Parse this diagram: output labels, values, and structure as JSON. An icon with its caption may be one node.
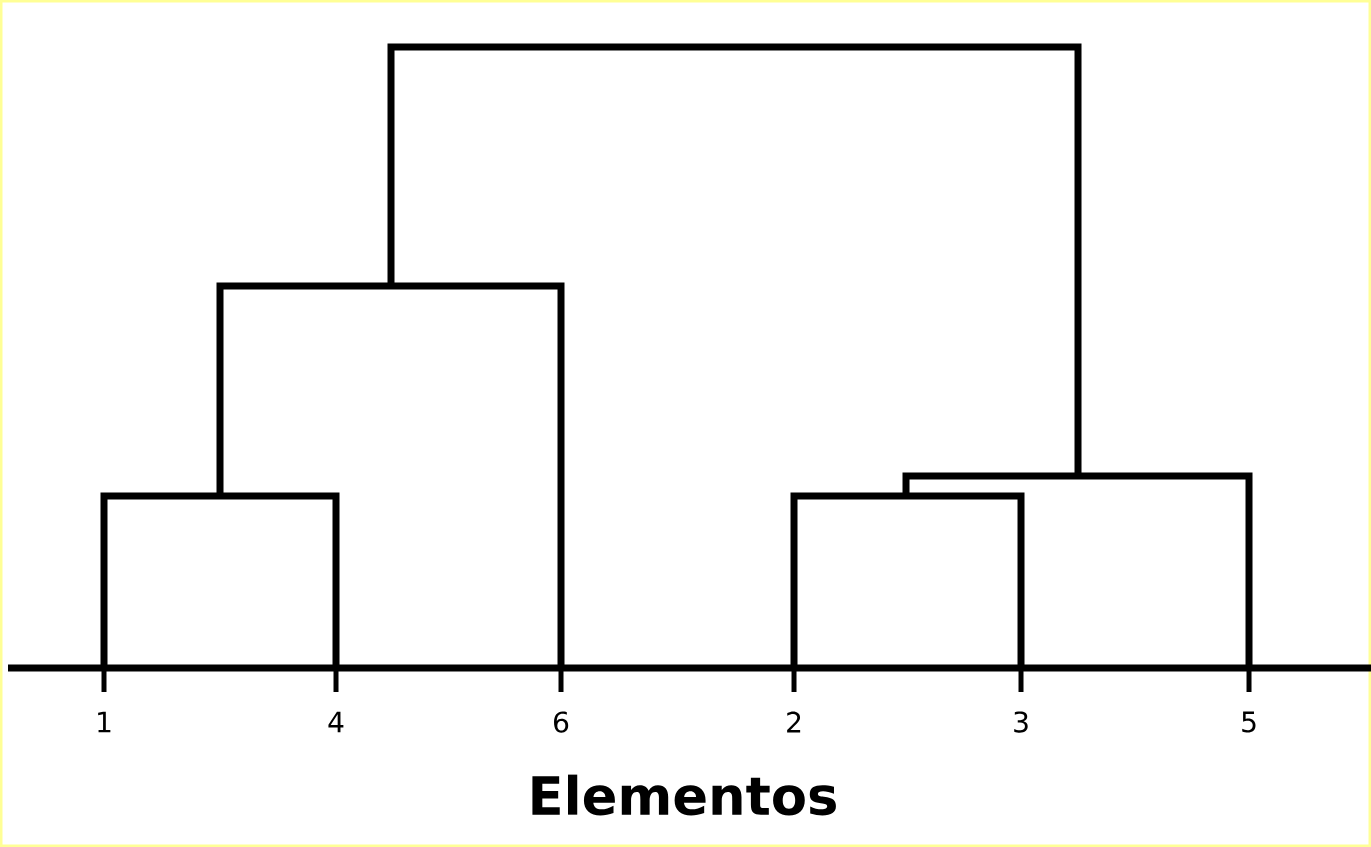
{
  "diagram": {
    "labels": [
      "1",
      "4",
      "6",
      "2",
      "3",
      "5",
      "Elementos"
    ]
  }
}
